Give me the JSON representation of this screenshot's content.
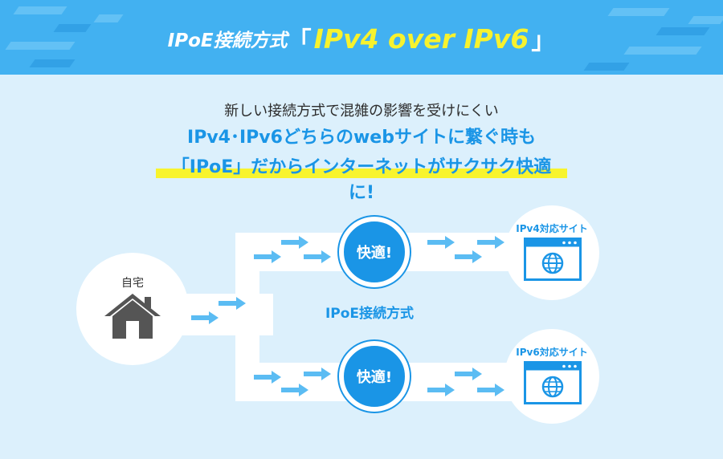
{
  "header": {
    "title_prefix": "IPoE接続方式",
    "bracket_open": "「",
    "title_highlight": "IPv4 over IPv6",
    "bracket_close": "」"
  },
  "intro": {
    "subtitle": "新しい接続方式で混雑の影響を受けにくい",
    "headline_line1": "IPv4･IPv6どちらのwebサイトに繋ぐ時も",
    "headline_line2": "「IPoE」だからインターネットがサクサク快適に!"
  },
  "diagram": {
    "home_label": "自宅",
    "method_label": "IPoE接続方式",
    "comfort_top": "快適!",
    "comfort_bottom": "快適!",
    "site_ipv4_label": "IPv4対応サイト",
    "site_ipv6_label": "IPv6対応サイト",
    "icons": [
      "house-icon",
      "browser-globe-icon",
      "arrow-icon"
    ]
  },
  "colors": {
    "header_bg": "#42b1f1",
    "page_bg": "#dcf0fc",
    "accent_blue": "#1a95e6",
    "highlight_yellow": "#f8f42d",
    "arrow_blue": "#5bbcf3"
  }
}
